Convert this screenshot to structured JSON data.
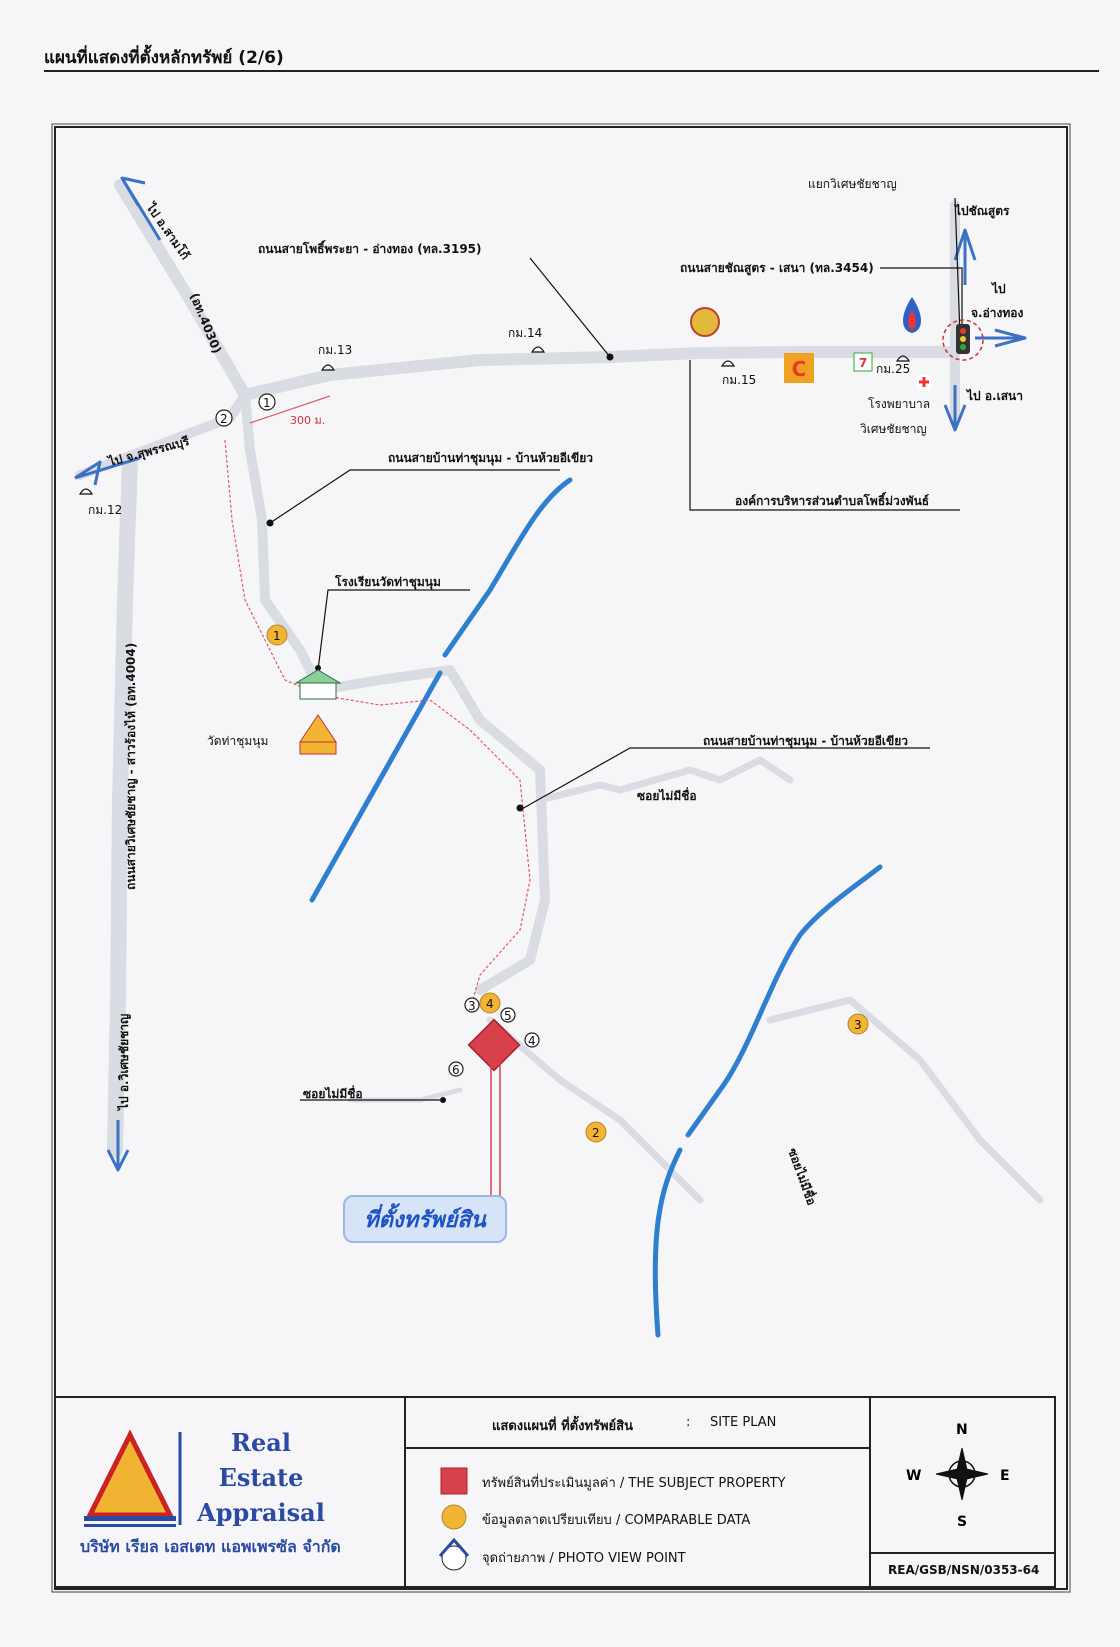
{
  "header": {
    "title": "แผนที่แสดงที่ตั้งหลักทรัพย์ (2/6)"
  },
  "map": {
    "roads": {
      "road_3195": "ถนนสายโพธิ์พระยา - อ่างทอง (ทล.3195)",
      "road_3454": "ถนนสายชัณสูตร - เสนา (ทล.3454)",
      "road_4030": "(อท.4030)",
      "road_4004": "ถนนสายวิเศษชัยชาญ - สาวร้องไห้ (อท.4004)",
      "road_thachumnum_1": "ถนนสายบ้านท่าชุมนุม - บ้านห้วยอีเขียว",
      "road_thachumnum_2": "ถนนสายบ้านท่าชุมนุม - บ้านห้วยอีเขียว",
      "soi_nameless_1": "ซอยไม่มีชื่อ",
      "soi_nameless_2": "ซอยไม่มีชื่อ",
      "soi_nameless_3": "ซอยไม่มีชื่อ"
    },
    "directions": {
      "to_samko": "ไป อ.สามโก้",
      "to_suphanburi": "ไป จ.สุพรรณบุรี",
      "to_wisetchaichan": "ไป อ.วิเศษชัยชาญ",
      "to_chansut": "ไปชัณสูตร",
      "to_angthong_1": "ไป",
      "to_angthong_2": "จ.อ่างทอง",
      "to_sena": "ไป อ.เสนา"
    },
    "places": {
      "junction": "แยกวิเศษชัยชาญ",
      "km12": "กม.12",
      "km13": "กม.13",
      "km14": "กม.14",
      "km15": "กม.15",
      "km25": "กม.25",
      "hospital_1": "โรงพยาบาล",
      "hospital_2": "วิเศษชัยชาญ",
      "sao": "องค์การบริหารส่วนตำบลโพธิ์ม่วงพันธ์",
      "school": "โรงเรียนวัดท่าชุมนุม",
      "temple": "วัดท่าชุมนุม",
      "distance": "300 ม."
    },
    "markers": {
      "comparable": [
        "1",
        "2",
        "3"
      ],
      "photo_points": [
        "1",
        "2",
        "3",
        "4",
        "5",
        "6"
      ],
      "photo_point_4_yellow": "4"
    },
    "subject_label": "ที่ตั้งทรัพย์สิน"
  },
  "footer": {
    "logo_words": [
      "Real",
      "Estate",
      "Appraisal"
    ],
    "company": "บริษัท เรียล เอสเตท แอพเพรซัล จำกัด",
    "plan_title": "แสดงแผนที่ ที่ตั้งทรัพย์สิน",
    "plan_colon": ":",
    "plan_title_en": "SITE PLAN",
    "legend": [
      {
        "icon": "square-icon",
        "text": "ทรัพย์สินที่ประเมินมูลค่า / THE SUBJECT PROPERTY"
      },
      {
        "icon": "circle-icon",
        "text": "ข้อมูลตลาดเปรียบเทียบ / COMPARABLE DATA"
      },
      {
        "icon": "photo-viewpoint-icon",
        "text": "จุดถ่ายภาพ / PHOTO VIEW POINT"
      }
    ],
    "compass": {
      "n": "N",
      "s": "S",
      "e": "E",
      "w": "W"
    },
    "reference": "REA/GSB/NSN/0353-64"
  },
  "colors": {
    "canal": "#2f7fd0",
    "road": "#d8dbe2",
    "route": "#e05a6a",
    "subject": "#d8404a",
    "comparable": "#f2b533",
    "text_blue": "#2a4aa3"
  }
}
